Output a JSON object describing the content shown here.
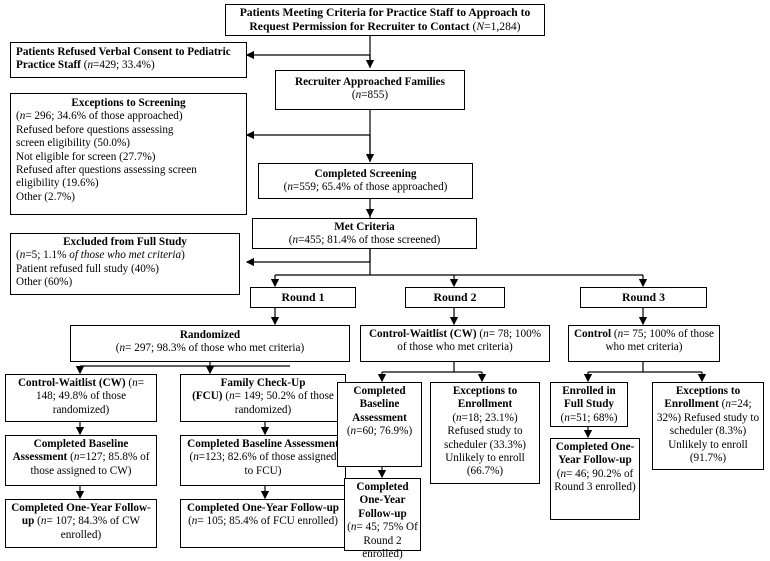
{
  "top": {
    "title": "Patients Meeting Criteria for Practice Staff to Approach to Request Permission for Recruiter to Contact",
    "stat_prefix": "(",
    "stat_n": "N",
    "stat_value": "=1,284)"
  },
  "refused_verbal": {
    "title": "Patients Refused Verbal Consent to Pediatric Practice Staff",
    "n": "n",
    "value": "=429; 33.4%)"
  },
  "approached": {
    "title": "Recruiter Approached Families",
    "n": "n",
    "value": "=855)"
  },
  "exceptions_screening": {
    "title": "Exceptions to Screening",
    "n": "n",
    "stat": "= 296; 34.6% of those approached)",
    "lines": [
      "Refused before questions assessing",
      "screen eligibility (50.0%)",
      "Not eligible for screen (27.7%)",
      "Refused after questions assessing screen",
      "eligibility (19.6%)",
      "Other (2.7%)"
    ]
  },
  "completed_screening": {
    "title": "Completed Screening",
    "n": "n",
    "value": "=559; 65.4% of those approached)"
  },
  "met_criteria": {
    "title": "Met Criteria",
    "n": "n",
    "value": "=455; 81.4% of those screened)"
  },
  "excluded": {
    "title": "Excluded from Full Study",
    "n": "n",
    "value": "=5; 1.1%",
    "italic_part": " of those who met criteria",
    "close": ")",
    "lines": [
      "Patient refused full study (40%)",
      "Other (60%)"
    ]
  },
  "rounds": [
    "Round 1",
    "Round 2",
    "Round 3"
  ],
  "randomized": {
    "title": "Randomized",
    "n": "n",
    "value": "= 297; 98.3% of those who met criteria)"
  },
  "r1_cw": {
    "title": "Control-Waitlist (CW)",
    "n": "n",
    "value": "= 148; 49.8% of those randomized)"
  },
  "r1_fcu": {
    "title_a": "Family Check-Up",
    "title_b": "(FCU)",
    "n": "n",
    "value": "= 149; 50.2% of those randomized)"
  },
  "r1_cw_baseline": {
    "title_a": "Completed Baseline",
    "title_b": "Assessment",
    "n": "n",
    "value": "=127; 85.8% of those assigned to CW)"
  },
  "r1_fcu_baseline": {
    "title_a": "Completed Baseline",
    "title_b": "Assessment",
    "n": "n",
    "value": "=123; 82.6% of those assigned to FCU)"
  },
  "r1_cw_followup": {
    "title_a": "Completed One-Year",
    "title_b": "Follow-up",
    "n": "n",
    "value": "= 107; 84.3% of CW enrolled)"
  },
  "r1_fcu_followup": {
    "title_a": "Completed One-Year",
    "title_b": "Follow-up",
    "n": "n",
    "value": "= 105; 85.4% of FCU enrolled)"
  },
  "r2_cw": {
    "title": "Control-Waitlist (CW)",
    "n": "n",
    "value": "= 78; 100% of those who met criteria)"
  },
  "r2_baseline": {
    "title": "Completed Baseline Assessment",
    "n": "n",
    "value": "=60; 76.9%)"
  },
  "r2_exceptions": {
    "title": "Exceptions to Enrollment",
    "n": "n",
    "value": "=18; 23.1%)",
    "lines": [
      "Refused study to scheduler (33.3%)",
      "Unlikely to enroll (66.7%)"
    ]
  },
  "r2_followup": {
    "title": "Completed One-Year Follow-up",
    "n": "n",
    "value": "= 45; 75% Of Round 2 enrolled)"
  },
  "r3_control": {
    "title": "Control",
    "n": "n",
    "value": "= 75; 100% of those who met criteria)"
  },
  "r3_enrolled": {
    "title": "Enrolled in Full Study",
    "n": "n",
    "value": "=51; 68%)"
  },
  "r3_exceptions": {
    "title": "Exceptions to Enrollment",
    "n": "n",
    "value": "=24; 32%)",
    "tail": " Refused study to scheduler (8.3%) Unlikely to enroll (91.7%)"
  },
  "r3_followup": {
    "title": "Completed One-Year Follow-up",
    "n": "n",
    "value": "= 46; 90.2% of Round 3 enrolled)"
  }
}
